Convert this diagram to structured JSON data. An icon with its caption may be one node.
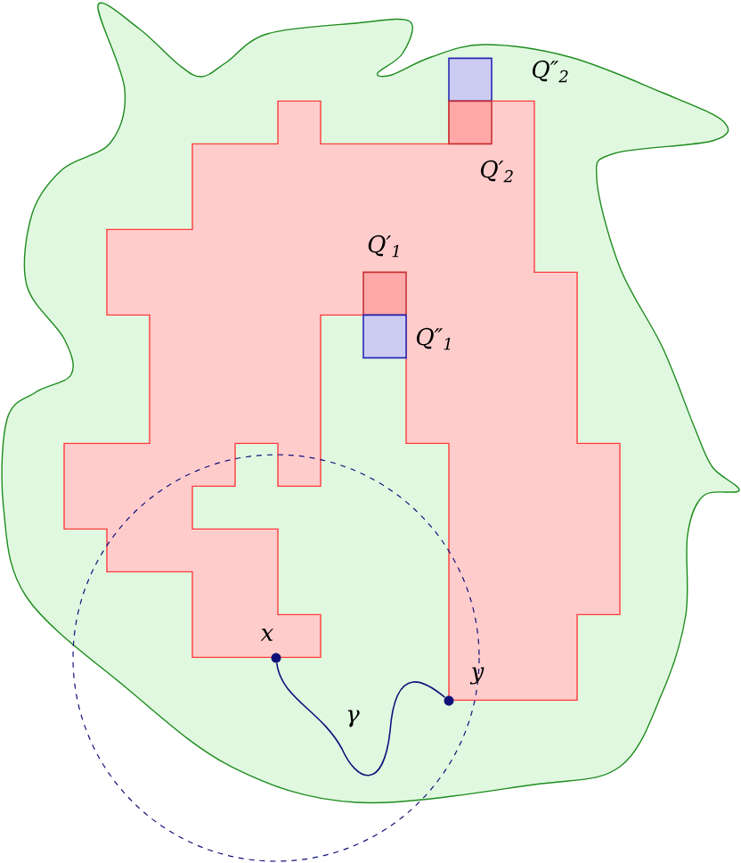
{
  "diagram": {
    "nodes": [
      {
        "text": [
          "Q″$_{2}$"
        ]
      },
      {
        "text": [
          "Q′$_{2}$"
        ]
      },
      {
        "text": [
          "Q′$_{1}$"
        ]
      },
      {
        "text": [
          "Q″$_{1}$"
        ]
      },
      {
        "text": [
          "x"
        ]
      },
      {
        "text": [
          "y"
        ]
      }
    ],
    "edges": [
      {
        "from": 4,
        "to": 5,
        "arrow": "none",
        "label": "γ",
        "color": "#10107a"
      }
    ]
  }
}
